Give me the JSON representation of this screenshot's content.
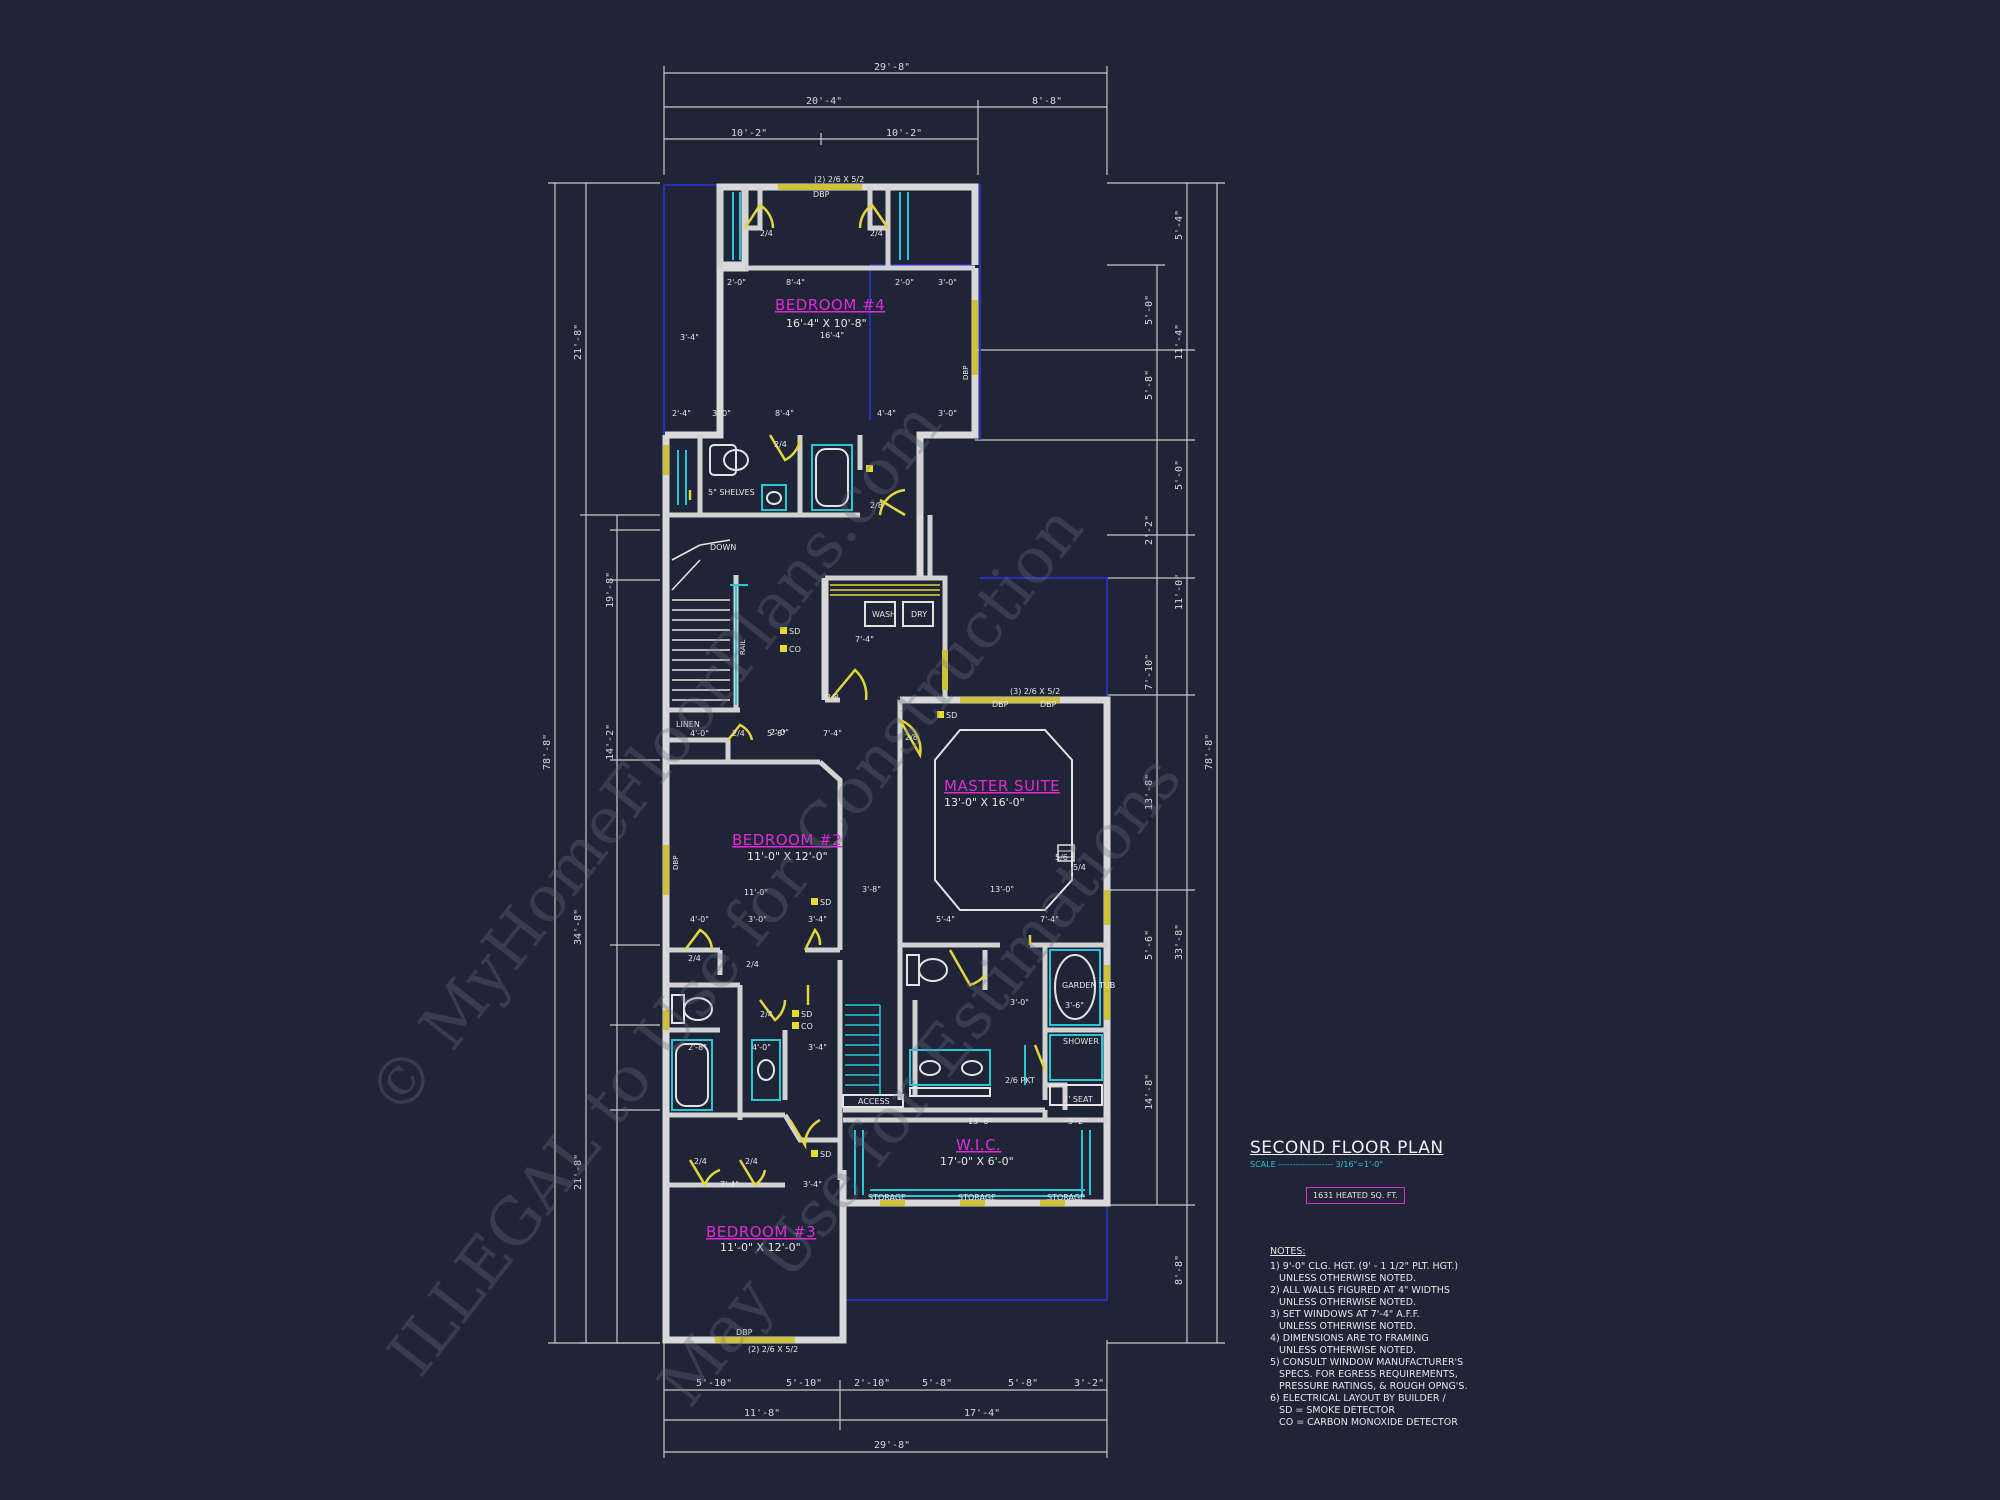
{
  "title": "SECOND FLOOR PLAN",
  "scale_label": "SCALE",
  "scale_value": "3/16\"=1'-0\"",
  "heated_sqft": "1631 HEATED SQ. FT.",
  "notes_title": "NOTES:",
  "notes": [
    "1) 9'-0\" CLG. HGT. (9' - 1 1/2\" PLT. HGT.)",
    "   UNLESS OTHERWISE NOTED.",
    "2) ALL WALLS FIGURED AT 4\" WIDTHS",
    "   UNLESS OTHERWISE NOTED.",
    "3) SET WINDOWS AT 7'-4\" A.F.F.",
    "   UNLESS OTHERWISE NOTED.",
    "4) DIMENSIONS ARE TO FRAMING",
    "   UNLESS OTHERWISE NOTED.",
    "5) CONSULT WINDOW MANUFACTURER'S",
    "   SPECS. FOR EGRESS REQUIREMENTS,",
    "   PRESSURE RATINGS, & ROUGH OPNG'S.",
    "6) ELECTRICAL LAYOUT BY BUILDER /",
    "   SD = SMOKE DETECTOR",
    "   CO = CARBON MONOXIDE DETECTOR"
  ],
  "rooms": {
    "bedroom4": {
      "name": "BEDROOM #4",
      "size": "16'-4\" X 10'-8\""
    },
    "master": {
      "name": "MASTER SUITE",
      "size": "13'-0\" X 16'-0\""
    },
    "bedroom2": {
      "name": "BEDROOM #2",
      "size": "11'-0\" X 12'-0\""
    },
    "wic": {
      "name": "W.I.C.",
      "size": "17'-0\" X 6'-0\""
    },
    "bedroom3": {
      "name": "BEDROOM #3",
      "size": "11'-0\" X 12'-0\""
    }
  },
  "dims": {
    "top_overall": "29'-8\"",
    "top_left": "20'-4\"",
    "top_right": "8'-8\"",
    "top_sub1": "10'-2\"",
    "top_sub2": "10'-2\"",
    "bottom_overall": "29'-8\"",
    "bottom_left": "11'-8\"",
    "bottom_right": "17'-4\"",
    "bottom_s1": "5'-10\"",
    "bottom_s2": "5'-10\"",
    "bottom_s3": "2'-10\"",
    "bottom_s4": "5'-8\"",
    "bottom_s5": "5'-8\"",
    "bottom_s6": "3'-2\"",
    "left_overall": "78'-8\"",
    "right_overall": "78'-8\"",
    "left_a": "21'-8\"",
    "left_b": "34'-8\"",
    "left_c": "21'-8\"",
    "left_d": "14'-2\"",
    "left_e": "19'-8\"",
    "right_a": "33'-8\"",
    "right_b": "14'-8\""
  },
  "labels": {
    "wash": "WASH",
    "dry": "DRY",
    "down": "DOWN",
    "rail": "RAIL",
    "linen": "LINEN",
    "shelves": "5\" SHELVES",
    "access": "ACCESS",
    "storage": "STORAGE",
    "shower": "SHOWER",
    "seat": "2' SEAT",
    "garden_tub": "GARDEN TUB",
    "sd": "SD",
    "co": "CO",
    "dbp": "DBP",
    "win_top": "(2) 2/6 X 5/2",
    "win_master": "(3) 2/6 X 5/2",
    "win_bed3": "(2) 2/6 X 5/2"
  },
  "watermark": {
    "line1": "© MyHomeFloorPlans.com",
    "line2": "ILLEGAL to Use for Construction",
    "line3": "May Use for Estimations"
  }
}
